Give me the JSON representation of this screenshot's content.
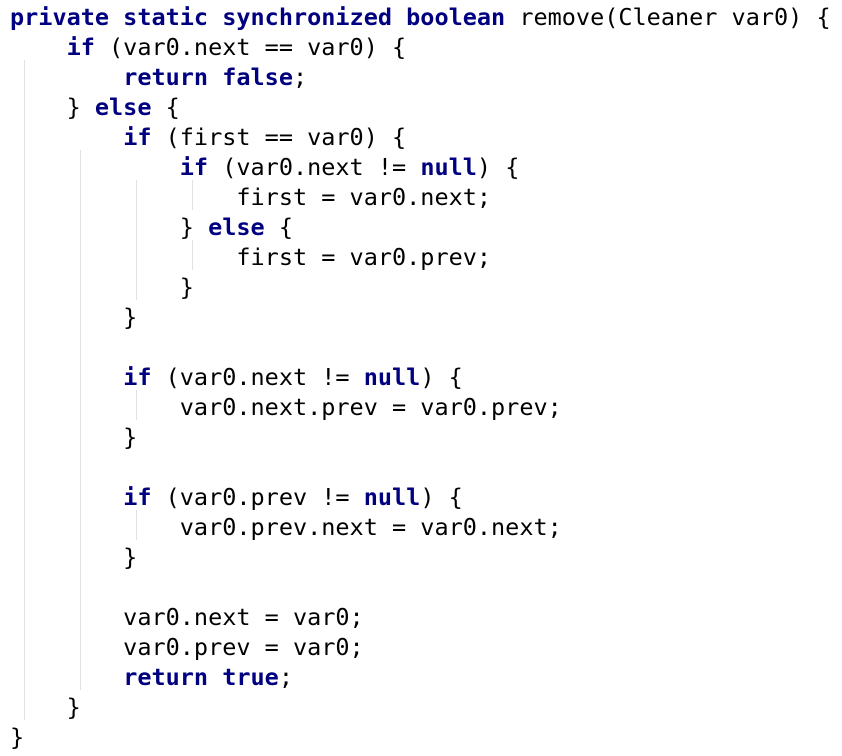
{
  "editor": {
    "lines": [
      [
        {
          "t": "private static synchronized boolean",
          "k": true
        },
        {
          "t": " remove(Cleaner var0) {"
        }
      ],
      [
        {
          "t": "    "
        },
        {
          "t": "if",
          "k": true
        },
        {
          "t": " (var0.next == var0) {"
        }
      ],
      [
        {
          "t": "        "
        },
        {
          "t": "return false",
          "k": true
        },
        {
          "t": ";"
        }
      ],
      [
        {
          "t": "    } "
        },
        {
          "t": "else",
          "k": true
        },
        {
          "t": " {"
        }
      ],
      [
        {
          "t": "        "
        },
        {
          "t": "if",
          "k": true
        },
        {
          "t": " (first == var0) {"
        }
      ],
      [
        {
          "t": "            "
        },
        {
          "t": "if",
          "k": true
        },
        {
          "t": " (var0.next != "
        },
        {
          "t": "null",
          "k": true
        },
        {
          "t": ") {"
        }
      ],
      [
        {
          "t": "                first = var0.next;"
        }
      ],
      [
        {
          "t": "            } "
        },
        {
          "t": "else",
          "k": true
        },
        {
          "t": " {"
        }
      ],
      [
        {
          "t": "                first = var0.prev;"
        }
      ],
      [
        {
          "t": "            }"
        }
      ],
      [
        {
          "t": "        }"
        }
      ],
      [
        {
          "t": ""
        }
      ],
      [
        {
          "t": "        "
        },
        {
          "t": "if",
          "k": true
        },
        {
          "t": " (var0.next != "
        },
        {
          "t": "null",
          "k": true
        },
        {
          "t": ") {"
        }
      ],
      [
        {
          "t": "            var0.next.prev = var0.prev;"
        }
      ],
      [
        {
          "t": "        }"
        }
      ],
      [
        {
          "t": ""
        }
      ],
      [
        {
          "t": "        "
        },
        {
          "t": "if",
          "k": true
        },
        {
          "t": " (var0.prev != "
        },
        {
          "t": "null",
          "k": true
        },
        {
          "t": ") {"
        }
      ],
      [
        {
          "t": "            var0.prev.next = var0.next;"
        }
      ],
      [
        {
          "t": "        }"
        }
      ],
      [
        {
          "t": ""
        }
      ],
      [
        {
          "t": "        var0.next = var0;"
        }
      ],
      [
        {
          "t": "        var0.prev = var0;"
        }
      ],
      [
        {
          "t": "        "
        },
        {
          "t": "return true",
          "k": true
        },
        {
          "t": ";"
        }
      ],
      [
        {
          "t": "    }"
        }
      ],
      [
        {
          "t": "}"
        }
      ]
    ]
  }
}
